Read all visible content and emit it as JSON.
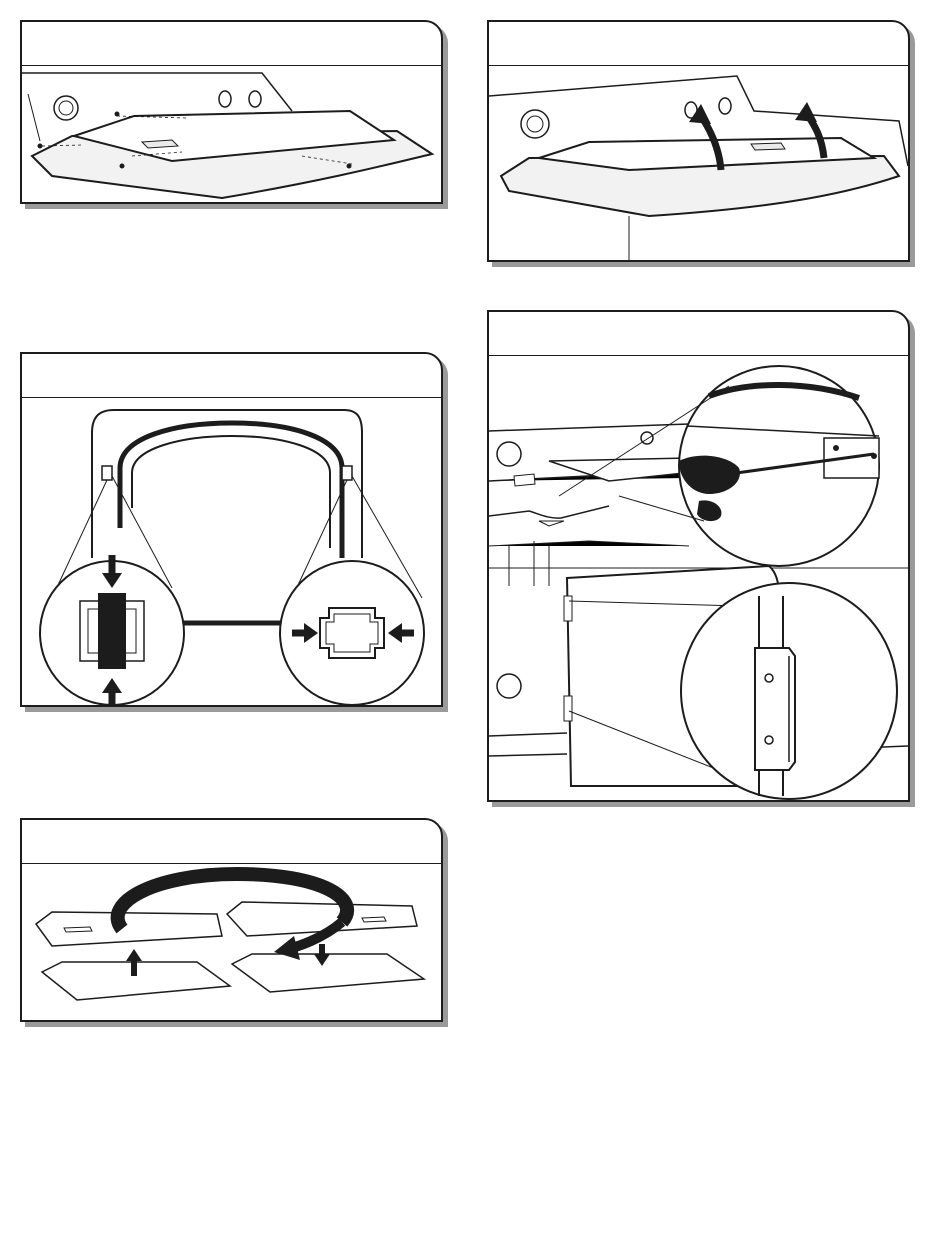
{
  "page": {
    "background": "#ffffff",
    "line_color": "#1c1c1c",
    "shadow_color": "#9a9a9a"
  },
  "panels": [
    {
      "id": "p1",
      "depicts": "dryer-top-screws-removed",
      "icons": [
        "screw-icon"
      ]
    },
    {
      "id": "p2",
      "depicts": "lift-off-dryer-top",
      "icons": [
        "lift-arrow-icon"
      ]
    },
    {
      "id": "p3",
      "depicts": "door-opening-latch-and-strike",
      "icons": [
        "press-arrow-icon"
      ]
    },
    {
      "id": "p4",
      "depicts": "remove-door-hinge-screws",
      "icons": [
        "screwdriver-icon",
        "hinge-icon"
      ]
    },
    {
      "id": "p5",
      "depicts": "rotate-door-panel",
      "icons": [
        "rotate-arrow-icon"
      ]
    }
  ]
}
